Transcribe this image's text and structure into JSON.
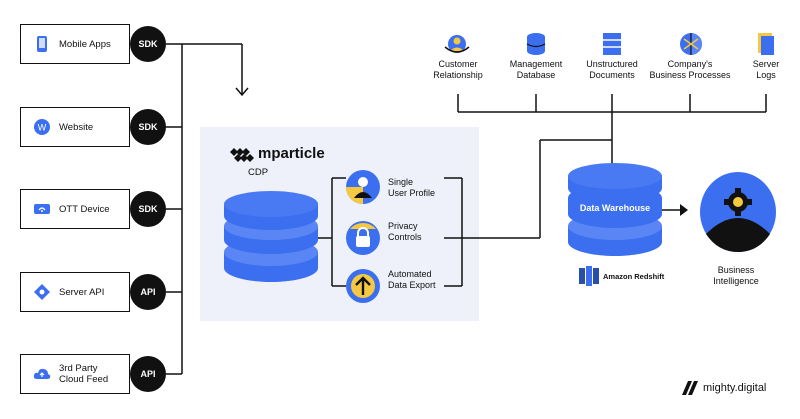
{
  "sources": [
    {
      "label": "Mobile Apps",
      "connector": "SDK",
      "icon": "mobile-phone-icon"
    },
    {
      "label": "Website",
      "connector": "SDK",
      "icon": "website-icon"
    },
    {
      "label": "OTT Device",
      "connector": "SDK",
      "icon": "ott-device-icon"
    },
    {
      "label": "Server API",
      "connector": "API",
      "icon": "server-api-icon"
    },
    {
      "label": "3rd Party\nCloud Feed",
      "connector": "API",
      "icon": "cloud-feed-icon"
    }
  ],
  "mparticle": {
    "logo_text": "mparticle",
    "cdp_label": "CDP"
  },
  "cdp_features": [
    {
      "label": "Single\nUser Profile",
      "icon": "user-profile-icon"
    },
    {
      "label": "Privacy\nControls",
      "icon": "lock-icon"
    },
    {
      "label": "Automated\nData Export",
      "icon": "upload-arrow-icon"
    }
  ],
  "enterprise_sources": [
    {
      "label": "Customer\nRelationship",
      "icon": "customer-relationship-icon"
    },
    {
      "label": "Management\nDatabase",
      "icon": "database-icon"
    },
    {
      "label": "Unstructured\nDocuments",
      "icon": "documents-icon"
    },
    {
      "label": "Company's\nBusiness Processes",
      "icon": "business-processes-icon"
    },
    {
      "label": "Server\nLogs",
      "icon": "server-logs-icon"
    }
  ],
  "warehouse": {
    "label": "Data Warehouse",
    "vendor": "Amazon Redshift"
  },
  "bi": {
    "label": "Business\nIntelligence",
    "icon": "gear-person-icon"
  },
  "brand": {
    "label": "mighty.digital"
  },
  "colors": {
    "accent": "#3b6ff0",
    "panel": "#eef1fa",
    "dark": "#111111",
    "yellow": "#f5c842"
  }
}
